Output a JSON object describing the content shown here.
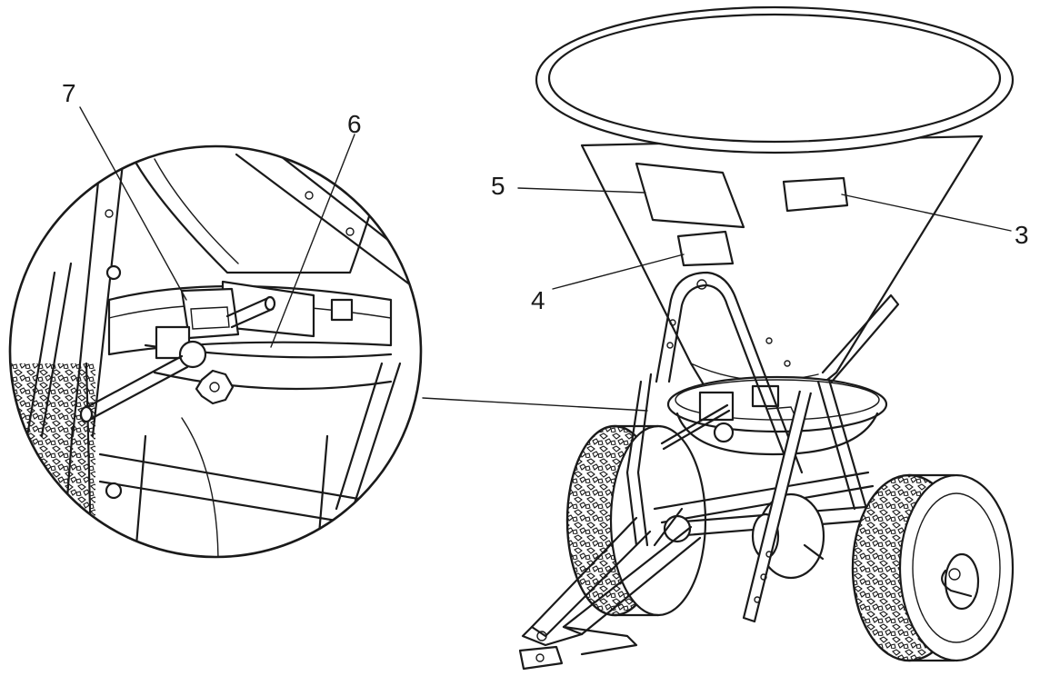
{
  "callouts": [
    {
      "id": "callout-3",
      "label": "3"
    },
    {
      "id": "callout-4",
      "label": "4"
    },
    {
      "id": "callout-5",
      "label": "5"
    },
    {
      "id": "callout-6",
      "label": "6"
    },
    {
      "id": "callout-7",
      "label": "7"
    }
  ],
  "colors": {
    "line": "#1a1a1a",
    "background": "#ffffff"
  }
}
